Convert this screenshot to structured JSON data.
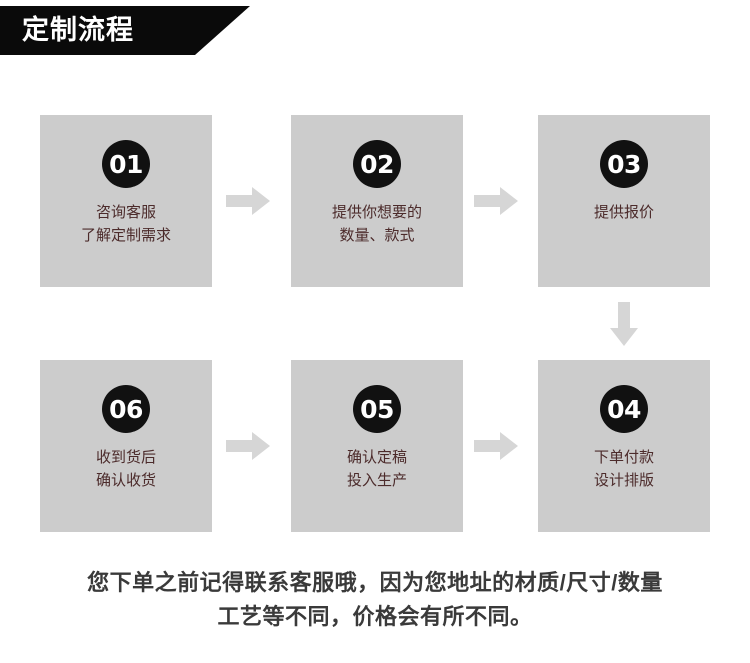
{
  "header": {
    "title": "定制流程",
    "background_color": "#0a0a0a",
    "text_color": "#ffffff"
  },
  "theme": {
    "box_fill": "#cccccc",
    "badge_fill": "#111111",
    "badge_text": "#ffffff",
    "step_text_color": "#4c2b2b",
    "arrow_color": "#d6d6d6",
    "footer_text_color": "#3a3a3a",
    "page_background": "#ffffff"
  },
  "flow": {
    "steps": [
      {
        "number": "01",
        "label": "咨询客服\n了解定制需求"
      },
      {
        "number": "02",
        "label": "提供你想要的\n数量、款式"
      },
      {
        "number": "03",
        "label": "提供报价"
      },
      {
        "number": "04",
        "label": "下单付款\n设计排版"
      },
      {
        "number": "05",
        "label": "确认定稿\n投入生产"
      },
      {
        "number": "06",
        "label": "收到货后\n确认收货"
      }
    ],
    "connectors": [
      {
        "name": "arrow-right-01-to-02",
        "direction": "right"
      },
      {
        "name": "arrow-right-02-to-03",
        "direction": "right"
      },
      {
        "name": "arrow-down-03-to-04",
        "direction": "down"
      },
      {
        "name": "arrow-left-04-to-05",
        "direction": "right"
      },
      {
        "name": "arrow-left-05-to-06",
        "direction": "right"
      }
    ]
  },
  "footer": {
    "note": "您下单之前记得联系客服哦，因为您地址的材质/尺寸/数量\n工艺等不同，价格会有所不同。"
  }
}
